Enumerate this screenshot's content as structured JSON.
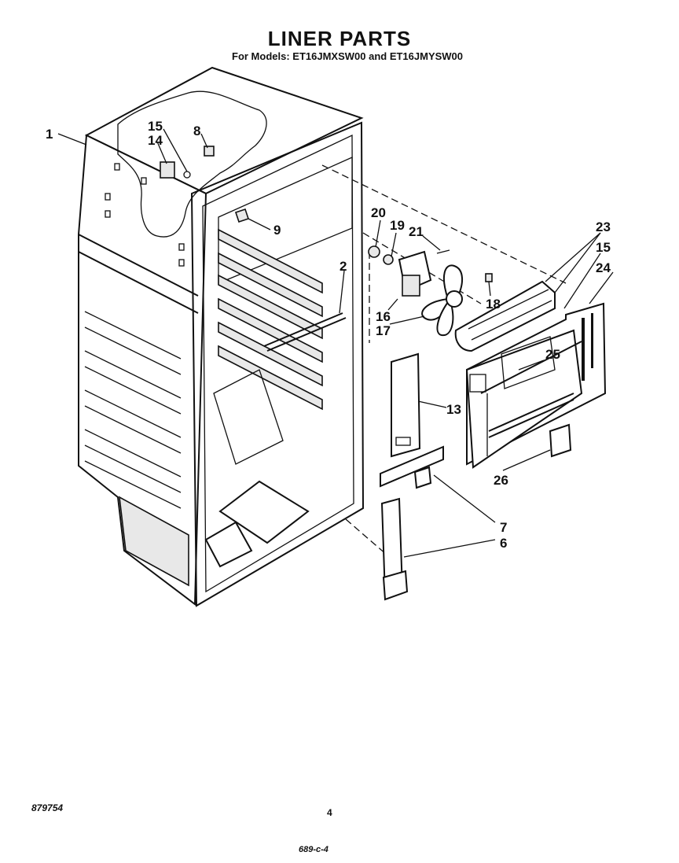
{
  "header": {
    "title": "LINER PARTS",
    "subtitle": "For Models: ET16JMXSW00 and ET16JMYSW00"
  },
  "callouts": [
    {
      "label": "1"
    },
    {
      "label": "15"
    },
    {
      "label": "14"
    },
    {
      "label": "8"
    },
    {
      "label": "9"
    },
    {
      "label": "2"
    },
    {
      "label": "20"
    },
    {
      "label": "19"
    },
    {
      "label": "21"
    },
    {
      "label": "23"
    },
    {
      "label": "15"
    },
    {
      "label": "24"
    },
    {
      "label": "16"
    },
    {
      "label": "17"
    },
    {
      "label": "18"
    },
    {
      "label": "25"
    },
    {
      "label": "13"
    },
    {
      "label": "26"
    },
    {
      "label": "7"
    },
    {
      "label": "6"
    }
  ],
  "footer": {
    "diagram_number": "879754",
    "page_number": "4",
    "code": "689-c-4"
  }
}
